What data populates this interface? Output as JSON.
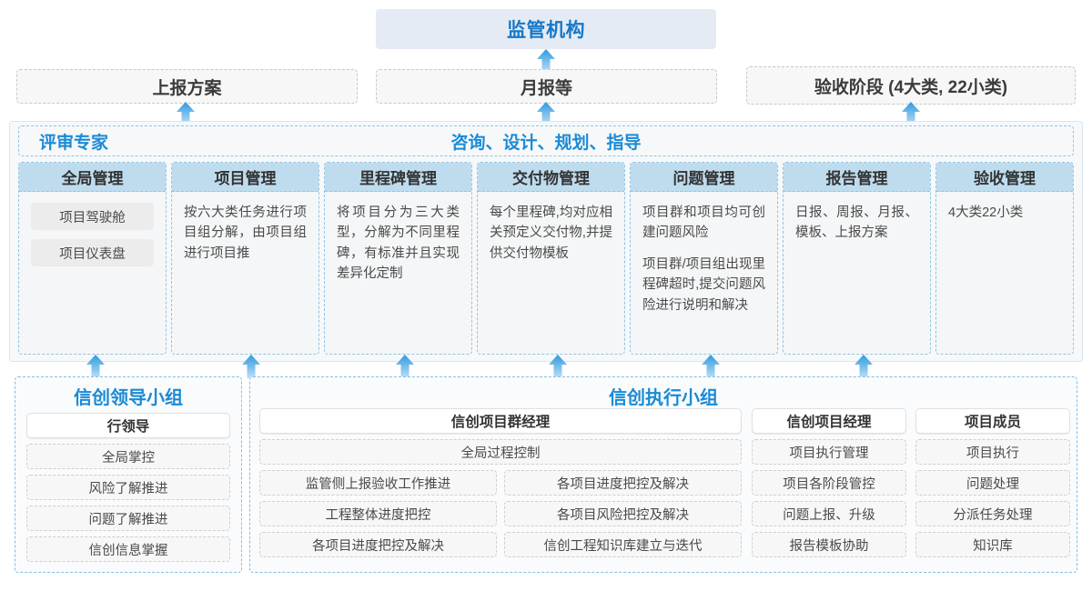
{
  "top": {
    "regulator": "监管机构",
    "submissions": [
      {
        "label": "上报方案"
      },
      {
        "label": "月报等"
      },
      {
        "label": "验收阶段 (4大类, 22小类)"
      }
    ]
  },
  "band": {
    "left_title": "评审专家",
    "center_title": "咨询、设计、规划、指导",
    "columns": [
      {
        "header": "全局管理",
        "pills": [
          "项目驾驶舱",
          "项目仪表盘"
        ],
        "paragraphs": []
      },
      {
        "header": "项目管理",
        "pills": [],
        "paragraphs": [
          "按六大类任务进行项目组分解，由项目组进行项目推"
        ]
      },
      {
        "header": "里程碑管理",
        "pills": [],
        "paragraphs": [
          "将项目分为三大类型，分解为不同里程碑，有标准并且实现差异化定制"
        ]
      },
      {
        "header": "交付物管理",
        "pills": [],
        "paragraphs": [
          "每个里程碑,均对应相关预定义交付物,并提供交付物模板"
        ]
      },
      {
        "header": "问题管理",
        "pills": [],
        "paragraphs": [
          "项目群和项目均可创建问题风险",
          "项目群/项目组出现里程碑超时,提交问题风险进行说明和解决"
        ]
      },
      {
        "header": "报告管理",
        "pills": [],
        "paragraphs": [
          "日报、周报、月报、模板、上报方案"
        ]
      },
      {
        "header": "验收管理",
        "pills": [],
        "paragraphs": [
          "4大类22小类"
        ]
      }
    ]
  },
  "bottom": {
    "leader_group": {
      "title": "信创领导小组",
      "role": "行领导",
      "tasks": [
        "全局掌控",
        "风险了解推进",
        "问题了解推进",
        "信创信息掌握"
      ]
    },
    "exec_group": {
      "title": "信创执行小组",
      "program_manager": {
        "role": "信创项目群经理",
        "full_width_task": "全局过程控制",
        "left_tasks": [
          "监管侧上报验收工作推进",
          "工程整体进度把控",
          "各项目进度把控及解决"
        ],
        "right_tasks": [
          "各项目进度把控及解决",
          "各项目风险把控及解决",
          "信创工程知识库建立与迭代"
        ]
      },
      "project_manager": {
        "role": "信创项目经理",
        "tasks": [
          "项目执行管理",
          "项目各阶段管控",
          "问题上报、升级",
          "报告模板协助"
        ]
      },
      "member": {
        "role": "项目成员",
        "tasks": [
          "项目执行",
          "问题处理",
          "分派任务处理",
          "知识库"
        ]
      }
    }
  },
  "colors": {
    "accent_blue": "#1b8ad6",
    "header_box": "#e5ebf4",
    "column_head": "#bedcee",
    "arrow": "#3aa0e0"
  },
  "icons": {
    "arrow_up": "arrow-up-icon"
  }
}
